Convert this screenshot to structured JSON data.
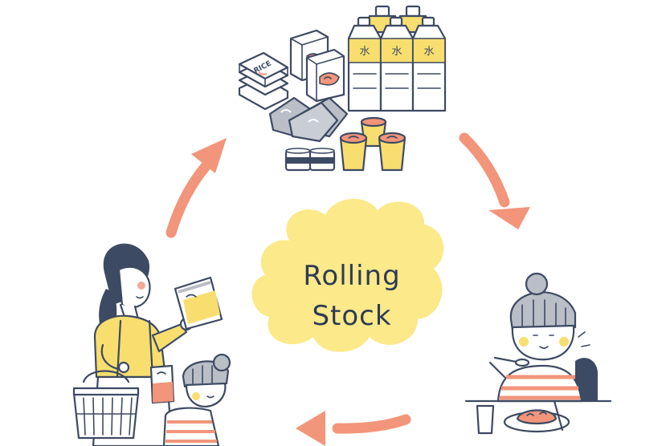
{
  "center": {
    "line1": "Rolling",
    "line2": "Stock"
  },
  "supplies": {
    "bottle_label": "水",
    "rice_label": "RICE"
  },
  "colors": {
    "arrow": "#f2957a",
    "cloud": "#fbe98a",
    "yellow": "#f7de6f",
    "salmon": "#f2957a",
    "ink": "#3d4a63",
    "gray": "#b9bec7"
  },
  "icons": [
    "arrow-right-down-icon",
    "arrow-left-icon",
    "arrow-up-icon"
  ]
}
